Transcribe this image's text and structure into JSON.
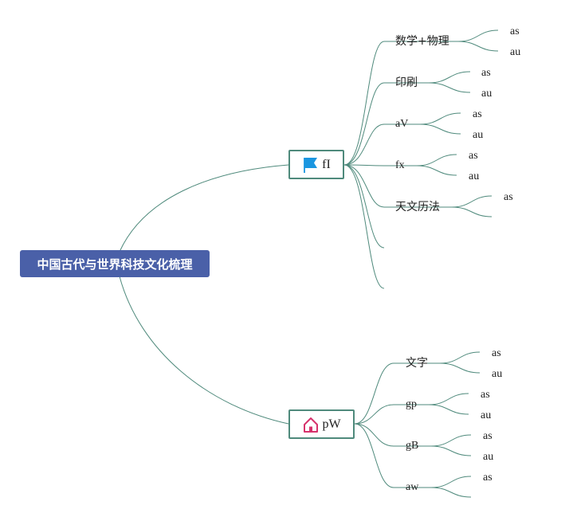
{
  "colors": {
    "root_bg": "#4a60a8",
    "line": "#4f8a7c",
    "flag_icon": "#1a96e0",
    "home_icon": "#d6336c"
  },
  "root": {
    "label": "中国古代与世界科技文化梳理"
  },
  "branches": [
    {
      "label": "fI",
      "icon": "flag-icon",
      "children": [
        {
          "label": "数学+物理",
          "leaves": [
            "as",
            "au"
          ]
        },
        {
          "label": "印刷",
          "leaves": [
            "as",
            "au"
          ]
        },
        {
          "label": "aV",
          "leaves": [
            "as",
            "au"
          ]
        },
        {
          "label": "fx",
          "leaves": [
            "as",
            "au"
          ]
        },
        {
          "label": "天文历法",
          "leaves": [
            "as",
            ""
          ]
        },
        {
          "label": "",
          "leaves": []
        },
        {
          "label": "",
          "leaves": []
        }
      ]
    },
    {
      "label": "pW",
      "icon": "home-icon",
      "children": [
        {
          "label": "文字",
          "leaves": [
            "as",
            "au"
          ]
        },
        {
          "label": "gp",
          "leaves": [
            "as",
            "au"
          ]
        },
        {
          "label": "gB",
          "leaves": [
            "as",
            "au"
          ]
        },
        {
          "label": "aw",
          "leaves": [
            "as",
            ""
          ]
        }
      ]
    }
  ]
}
